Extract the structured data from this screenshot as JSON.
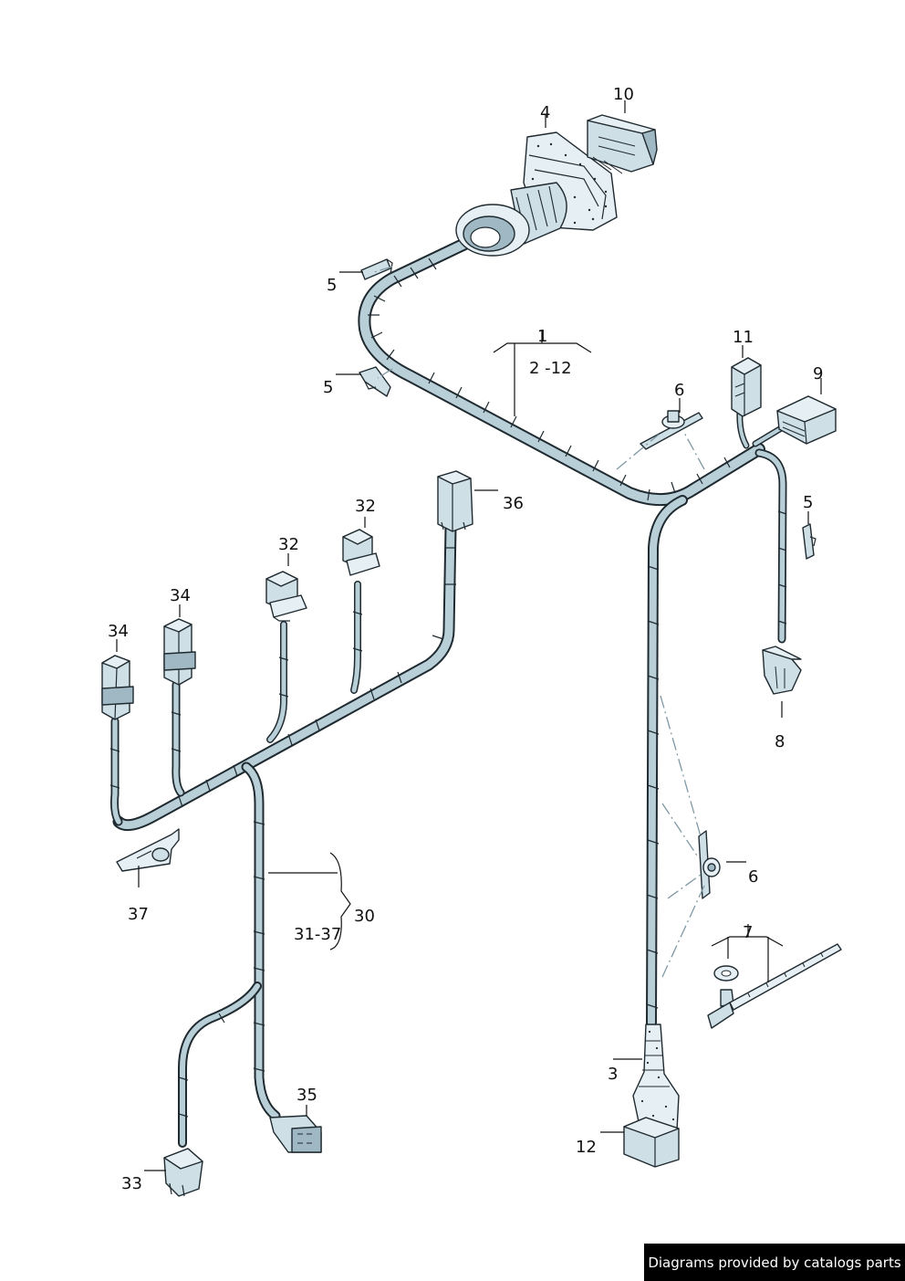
{
  "labels": {
    "l1": "1",
    "l2_12": "2 -12",
    "l3": "3",
    "l4": "4",
    "l5a": "5",
    "l5b": "5",
    "l5c": "5",
    "l6a": "6",
    "l6b": "6",
    "l7": "7",
    "l8": "8",
    "l9": "9",
    "l10": "10",
    "l11": "11",
    "l12": "12",
    "l30": "30",
    "l31_37": "31-37",
    "l32a": "32",
    "l32b": "32",
    "l33": "33",
    "l34a": "34",
    "l34b": "34",
    "l35": "35",
    "l36": "36",
    "l37": "37"
  },
  "footer": {
    "text": "Diagrams provided by catalogs parts"
  },
  "colors": {
    "harness_fill": "#b9cfd8",
    "harness_stroke": "#1f2a30",
    "part_fill": "#cfdfe6",
    "footer_bg": "#000000"
  }
}
